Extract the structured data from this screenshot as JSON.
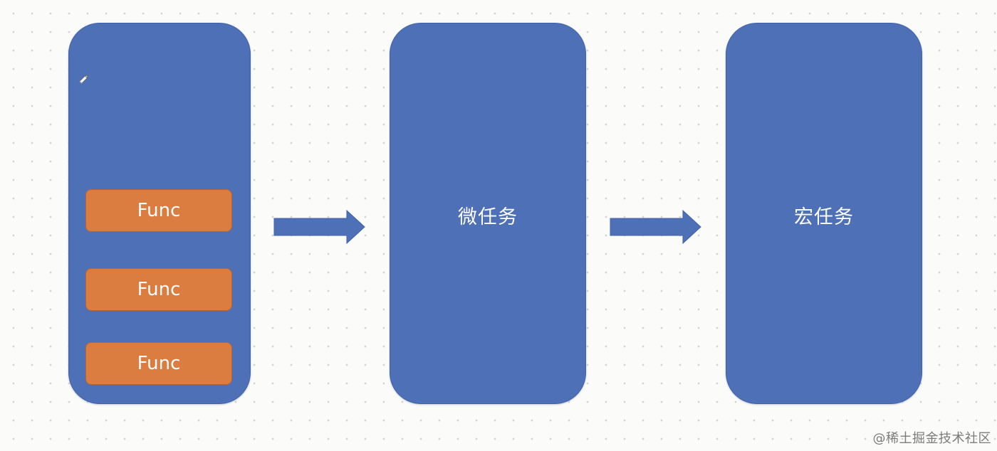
{
  "diagram": {
    "stack_panel": {
      "items": [
        {
          "label": "Func"
        },
        {
          "label": "Func"
        },
        {
          "label": "Func"
        }
      ]
    },
    "micro_panel": {
      "label": "微任务"
    },
    "macro_panel": {
      "label": "宏任务"
    },
    "arrows": [
      "right-arrow",
      "right-arrow"
    ]
  },
  "watermark": "@稀土掘金技术社区",
  "colors": {
    "panel": "#4e70b7",
    "func_box": "#db7c40",
    "arrow": "#4e70b7",
    "background": "#fbfbf9"
  },
  "icons": {
    "edit": "pencil-icon"
  }
}
